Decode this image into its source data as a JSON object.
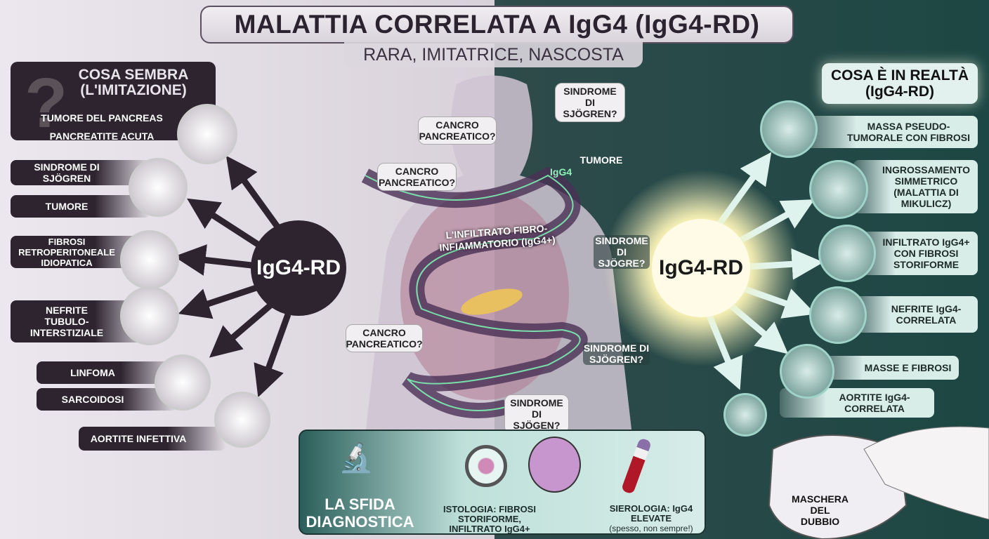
{
  "title": "MALATTIA CORRELATA A IgG4 (IgG4-RD)",
  "subtitle": "RARA, IMITATRICE, NASCOSTA",
  "colors": {
    "left_bg": "#e6dfe8",
    "right_bg": "#1f4a48",
    "dark_panel": "#2d2430",
    "light_panel": "#d8ece8",
    "glow": "#fffbd0",
    "fibro_band": "#7cf0b0"
  },
  "left": {
    "heading": "COSA SEMBRA (L'IMITAZIONE)",
    "heading_icon": "question-mark-icon",
    "header_items": [
      "TUMORE DEL PANCREAS",
      "PANCREATITE ACUTA"
    ],
    "items": [
      "SINDROME DI SJÖGREN",
      "TUMORE",
      "FIBROSI RETROPERITONEALE IDIOPATICA",
      "NEFRITE TUBULO-INTERSTIZIALE",
      "LINFOMA",
      "SARCOIDOSI",
      "AORTITE INFETTIVA"
    ],
    "hub": "IgG4-RD",
    "organ_icons": [
      "pancreas-icon",
      "salivary-gland-eye-icon",
      "pancreas-icon",
      "kidneys-icon",
      "lungs-icon",
      "heart-icon"
    ]
  },
  "right": {
    "heading": "COSA È IN REALTÀ (IgG4-RD)",
    "items": [
      "MASSA PSEUDO-TUMORALE CON FIBROSI",
      "INGROSSAMENTO SIMMETRICO (MALATTIA DI MIKULICZ)",
      "INFILTRATO IgG4+ CON FIBROSI STORIFORME",
      "NEFRITE IgG4-CORRELATA",
      "MASSE E FIBROSI",
      "AORTITE IgG4-CORRELATA"
    ],
    "hub": "IgG4-RD"
  },
  "center": {
    "bubbles": [
      "CANCRO PANCREATICO?",
      "SINDROME DI SJÖGREN?",
      "CANCRO PANCREATICO?",
      "TUMORE",
      "SINDROME DI SJÖGRE?",
      "CANCRO PANCREATICO?",
      "SINDROME DI SJÖGREN?",
      "SINDROME DI SJÖGEN?"
    ],
    "igg4_label": "IgG4",
    "band_label": "L'INFILTRATO FIBRO-INFIAMMATORIO (IgG4+)"
  },
  "diagnostic": {
    "title": "LA SFIDA DIAGNOSTICA",
    "histology": "ISTOLOGIA: FIBROSI STORIFORME, INFILTRATO IgG4+",
    "serology_title": "SIEROLOGIA: IgG4 ELEVATE",
    "serology_note": "(spesso, non sempre!)"
  },
  "mask_label": "MASCHERA DEL DUBBIO"
}
